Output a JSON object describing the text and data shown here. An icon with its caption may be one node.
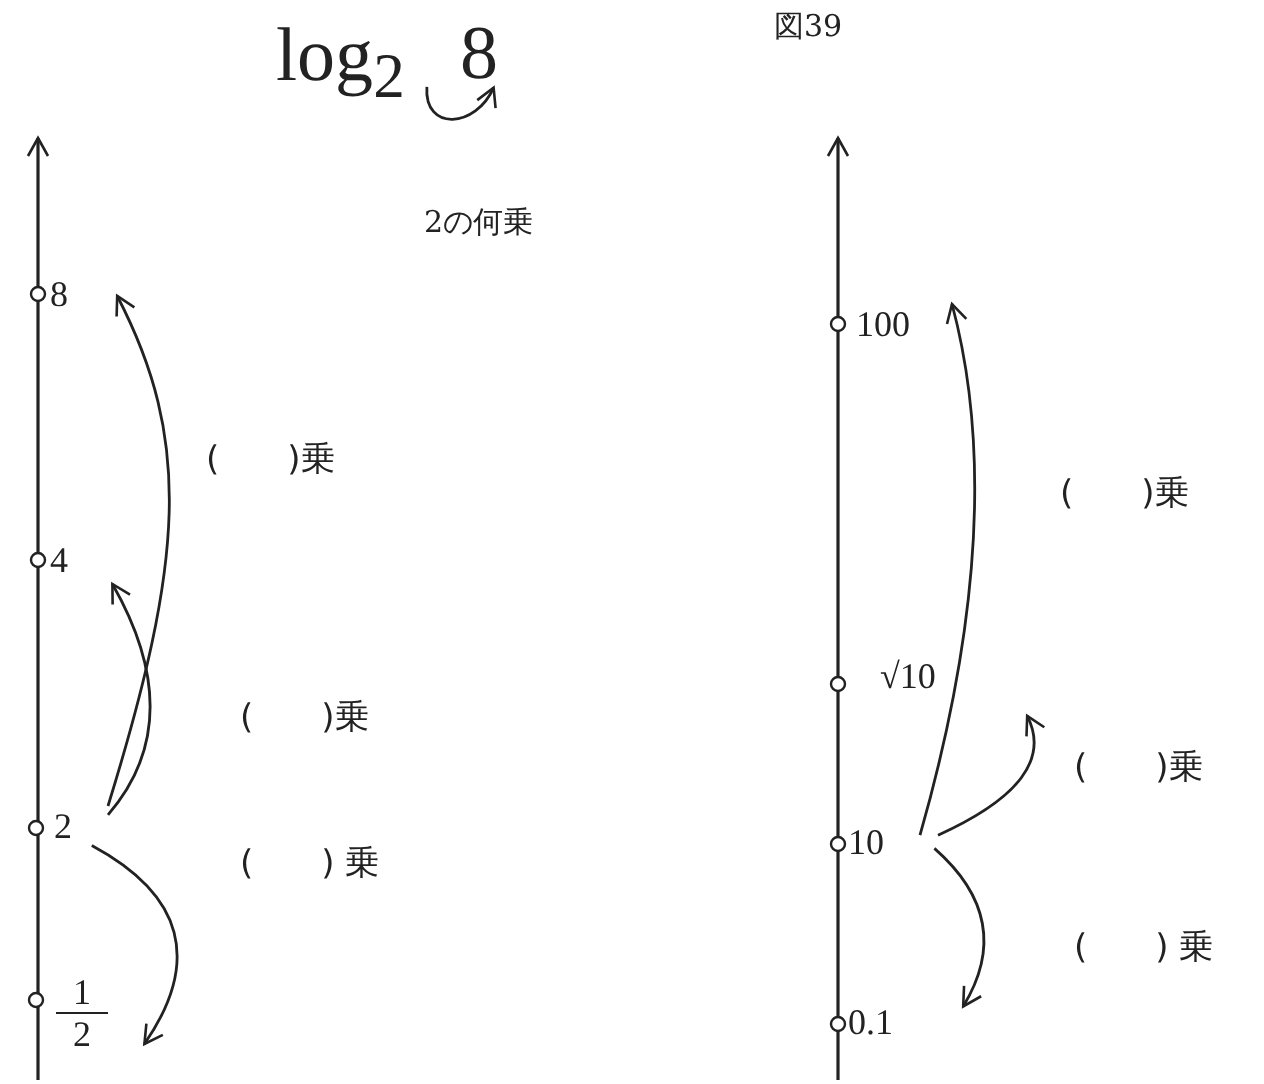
{
  "diagram": {
    "nodes": [
      {
        "text": [
          "log$_{2}$"
        ]
      },
      {
        "text": [
          "8"
        ]
      },
      {
        "text": [
          "8"
        ]
      },
      {
        "text": [
          "4"
        ]
      },
      {
        "text": [
          "2"
        ]
      },
      {
        "text": [
          "1",
          "2"
        ]
      },
      {
        "text": [
          "100"
        ]
      },
      {
        "text": [
          "√10"
        ]
      },
      {
        "text": [
          "10"
        ]
      },
      {
        "text": [
          "0.1"
        ]
      }
    ],
    "edges": [
      {
        "from": 0,
        "to": 1,
        "arrow": "to"
      },
      {
        "from": 4,
        "to": 2,
        "arrow": "to"
      },
      {
        "from": 4,
        "to": 3,
        "arrow": "to"
      },
      {
        "from": 4,
        "to": 5,
        "arrow": "to"
      },
      {
        "from": 8,
        "to": 6,
        "arrow": "to"
      },
      {
        "from": 8,
        "to": 7,
        "arrow": "to"
      },
      {
        "from": 8,
        "to": 9,
        "arrow": "to"
      }
    ],
    "labels": [
      "図39",
      "2の何乗",
      "(　　)乗",
      "(　　)乗",
      "(　　) 乗",
      "(　　)乗",
      "(　　)乗",
      "(　　) 乗"
    ]
  }
}
